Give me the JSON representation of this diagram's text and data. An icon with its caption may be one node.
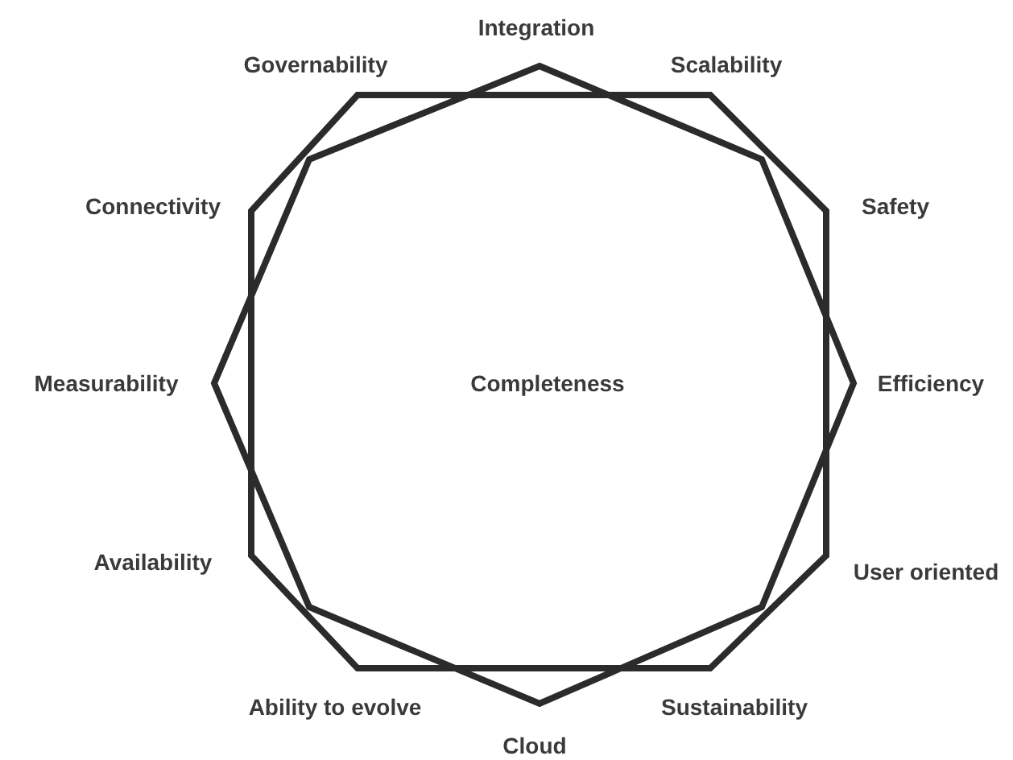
{
  "diagram": {
    "labels": [
      "Integration",
      "Governability",
      "Scalability",
      "Connectivity",
      "Safety",
      "Measurability",
      "Completeness",
      "Efficiency",
      "Availability",
      "User oriented",
      "Ability to evolve",
      "Sustainability",
      "Cloud"
    ]
  }
}
